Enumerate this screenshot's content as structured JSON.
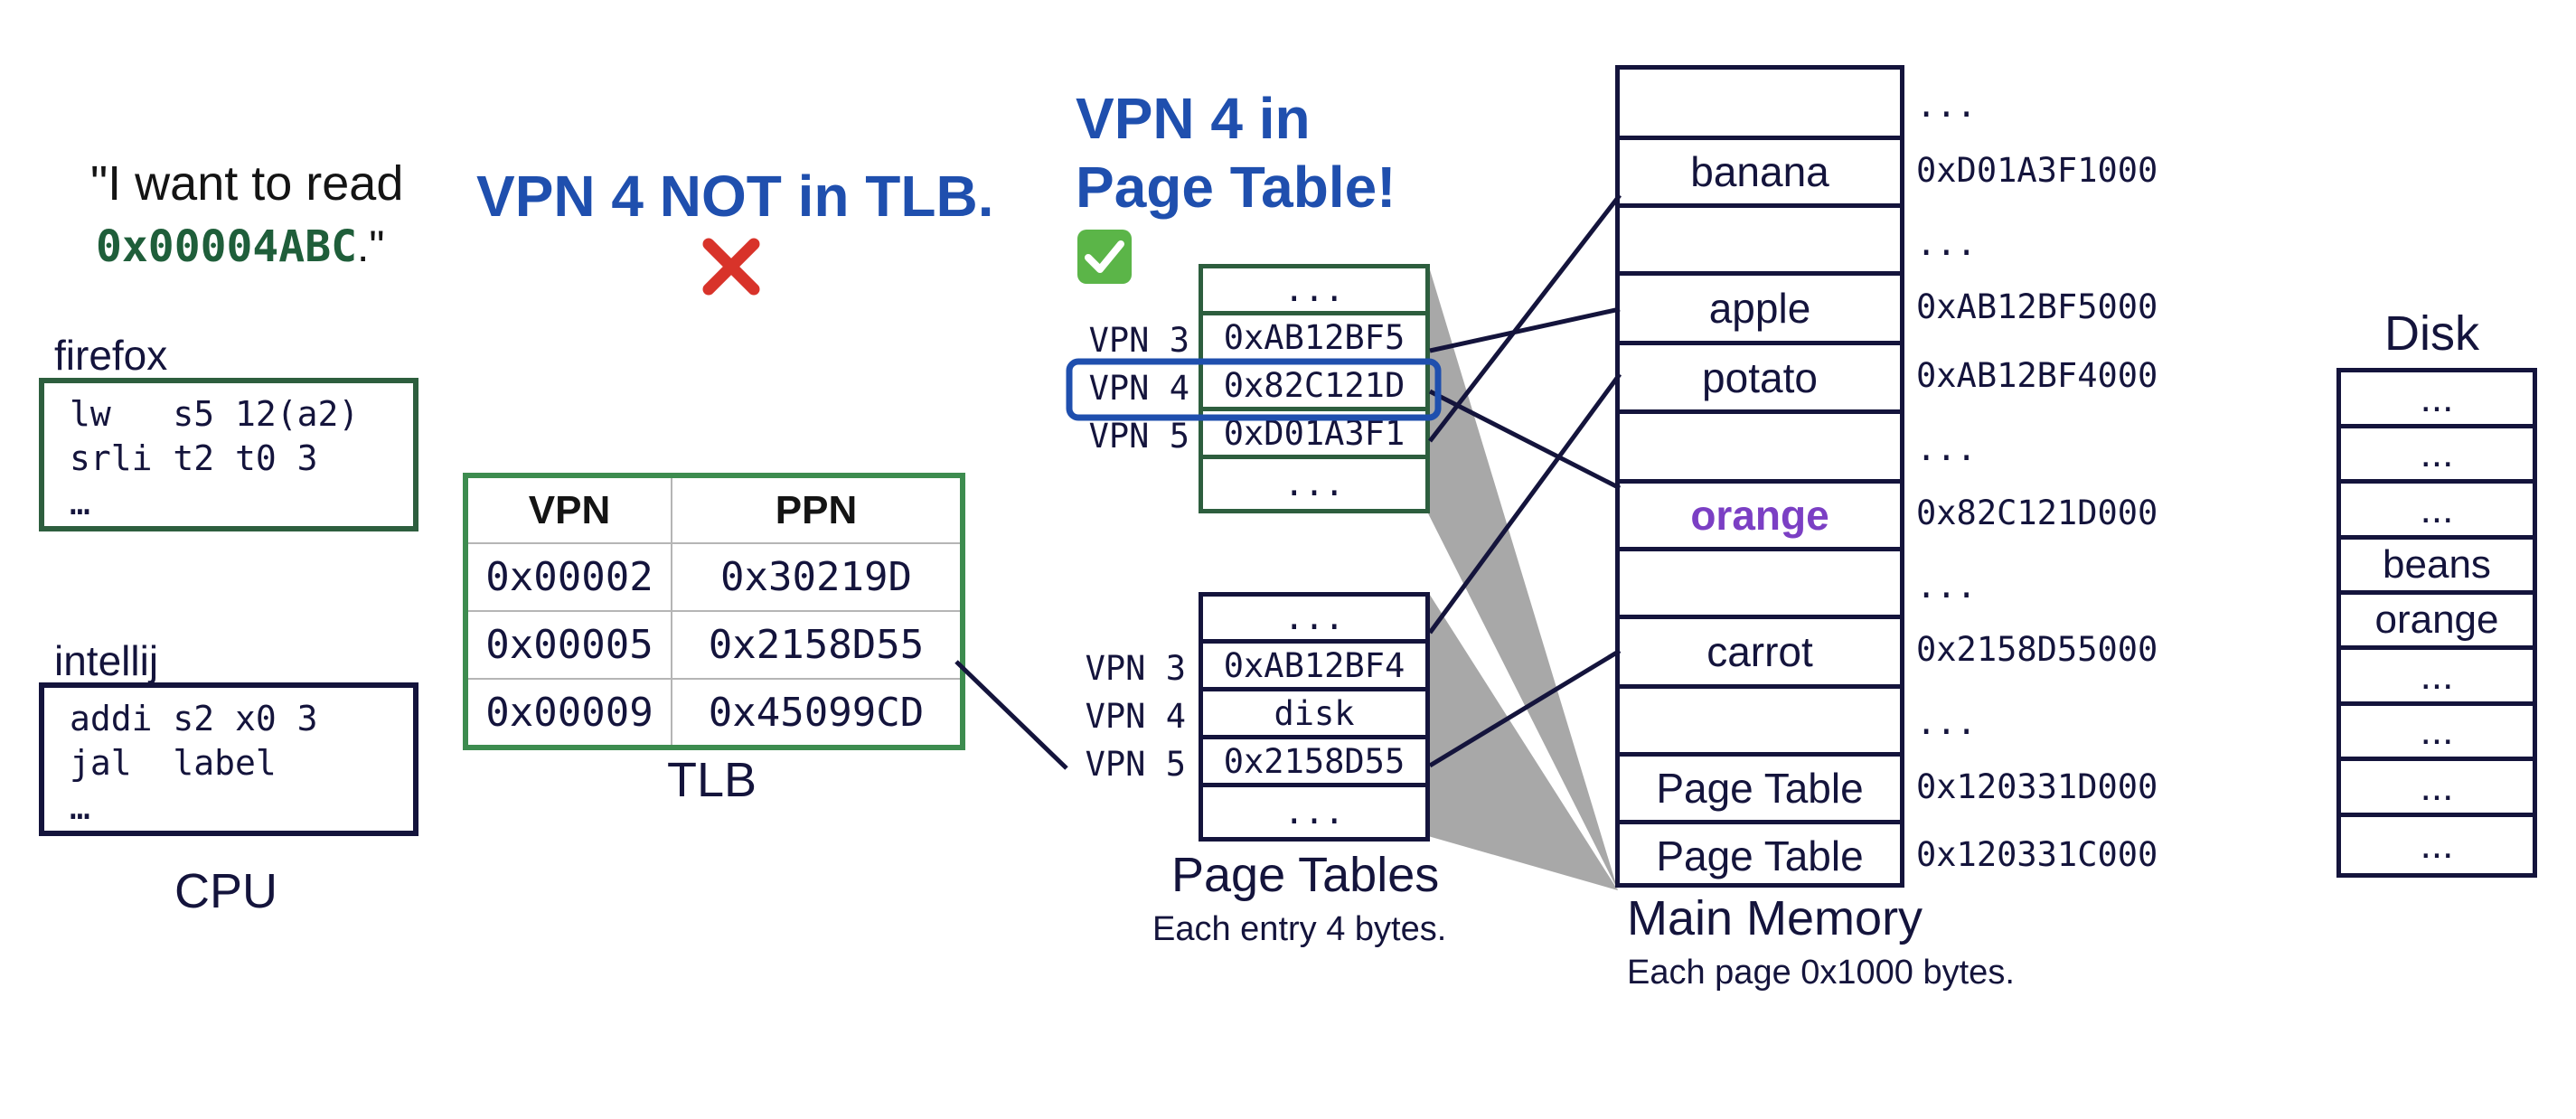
{
  "quote": {
    "prefix": "\"I want to read",
    "address": "0x00004ABC",
    "suffix": ".\""
  },
  "tlb_miss": {
    "title": "VPN 4 NOT in TLB.",
    "mark": "❌",
    "mark_icon": "cross-mark-icon",
    "color": "#1f4fae"
  },
  "pt_hit": {
    "line1": "VPN 4 in",
    "line2": "Page Table!",
    "mark": "✅",
    "mark_icon": "check-mark-icon"
  },
  "processes": [
    {
      "name": "firefox",
      "lines": [
        "lw   s5 12(a2)",
        "srli t2 t0 3",
        "…"
      ],
      "color": "#2d5e3e"
    },
    {
      "name": "intellij",
      "lines": [
        "addi s2 x0 3",
        "jal  label",
        "…"
      ],
      "color": "#14143c"
    }
  ],
  "cpu_label": "CPU",
  "tlb": {
    "label": "TLB",
    "headers": [
      "VPN",
      "PPN"
    ],
    "rows": [
      [
        "0x00002",
        "0x30219D"
      ],
      [
        "0x00005",
        "0x2158D55"
      ],
      [
        "0x00009",
        "0x45099CD"
      ]
    ]
  },
  "page_tables": {
    "caption": "Page Tables",
    "subcaption": "Each entry 4 bytes.",
    "tables": [
      {
        "rows": [
          {
            "vpn": "",
            "value": "..."
          },
          {
            "vpn": "VPN 3",
            "value": "0xAB12BF5"
          },
          {
            "vpn": "VPN 4",
            "value": "0x82C121D"
          },
          {
            "vpn": "VPN 5",
            "value": "0xD01A3F1"
          },
          {
            "vpn": "",
            "value": "..."
          }
        ]
      },
      {
        "rows": [
          {
            "vpn": "",
            "value": "..."
          },
          {
            "vpn": "VPN 3",
            "value": "0xAB12BF4"
          },
          {
            "vpn": "VPN 4",
            "value": "disk"
          },
          {
            "vpn": "VPN 5",
            "value": "0x2158D55"
          },
          {
            "vpn": "",
            "value": "..."
          }
        ]
      }
    ]
  },
  "main_memory": {
    "caption": "Main Memory",
    "subcaption": "Each page 0x1000 bytes.",
    "cells": [
      {
        "label": "",
        "addr": "..."
      },
      {
        "label": "banana",
        "addr": "0xD01A3F1000"
      },
      {
        "label": "",
        "addr": "..."
      },
      {
        "label": "apple",
        "addr": "0xAB12BF5000"
      },
      {
        "label": "potato",
        "addr": "0xAB12BF4000"
      },
      {
        "label": "",
        "addr": "..."
      },
      {
        "label": "orange",
        "addr": "0x82C121D000"
      },
      {
        "label": "",
        "addr": "..."
      },
      {
        "label": "carrot",
        "addr": "0x2158D55000"
      },
      {
        "label": "",
        "addr": "..."
      },
      {
        "label": "Page Table",
        "addr": "0x120331D000"
      },
      {
        "label": "Page Table",
        "addr": "0x120331C000"
      }
    ],
    "highlight_color": "#7b3fc4"
  },
  "disk": {
    "label": "Disk",
    "cells": [
      "...",
      "...",
      "...",
      "beans",
      "orange",
      "...",
      "...",
      "...",
      "..."
    ]
  },
  "colors": {
    "navy": "#14143c",
    "green": "#3d8c4f",
    "blue": "#1f4fae",
    "gray": "#a8a8a8"
  }
}
